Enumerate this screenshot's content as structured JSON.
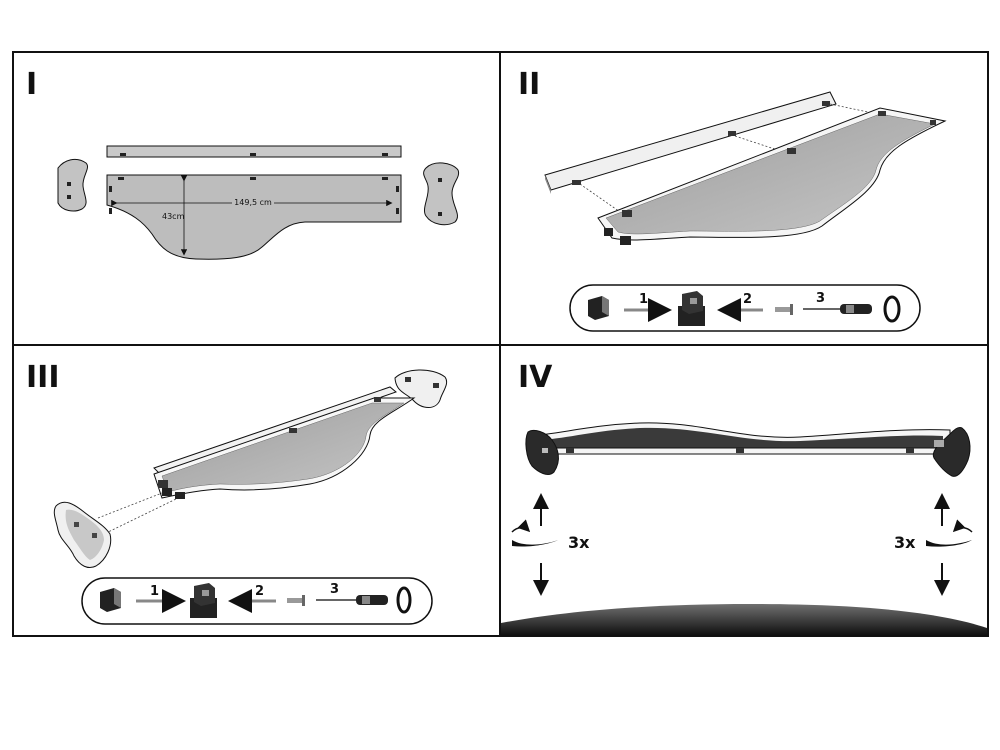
{
  "steps": [
    {
      "id": "I",
      "label": "I"
    },
    {
      "id": "II",
      "label": "II"
    },
    {
      "id": "III",
      "label": "III"
    },
    {
      "id": "IV",
      "label": "IV"
    }
  ],
  "dimensions": {
    "width": "149,5 cm",
    "depth": "43cm"
  },
  "procedure": {
    "arrow_1": "1",
    "arrow_2": "2",
    "arrow_3": "3"
  },
  "repeat": {
    "left": "3x",
    "right": "3x"
  },
  "colors": {
    "frame": "#111111",
    "shelf_fill": "#b4b4b4",
    "board_edge": "#f2f2f2",
    "dark_fill": "#2a2a2a"
  },
  "icons": [
    "mounting-bracket-icon",
    "screw-icon",
    "screwdriver-icon",
    "rotate-arrow-icon",
    "up-arrow-icon",
    "down-arrow-icon"
  ]
}
